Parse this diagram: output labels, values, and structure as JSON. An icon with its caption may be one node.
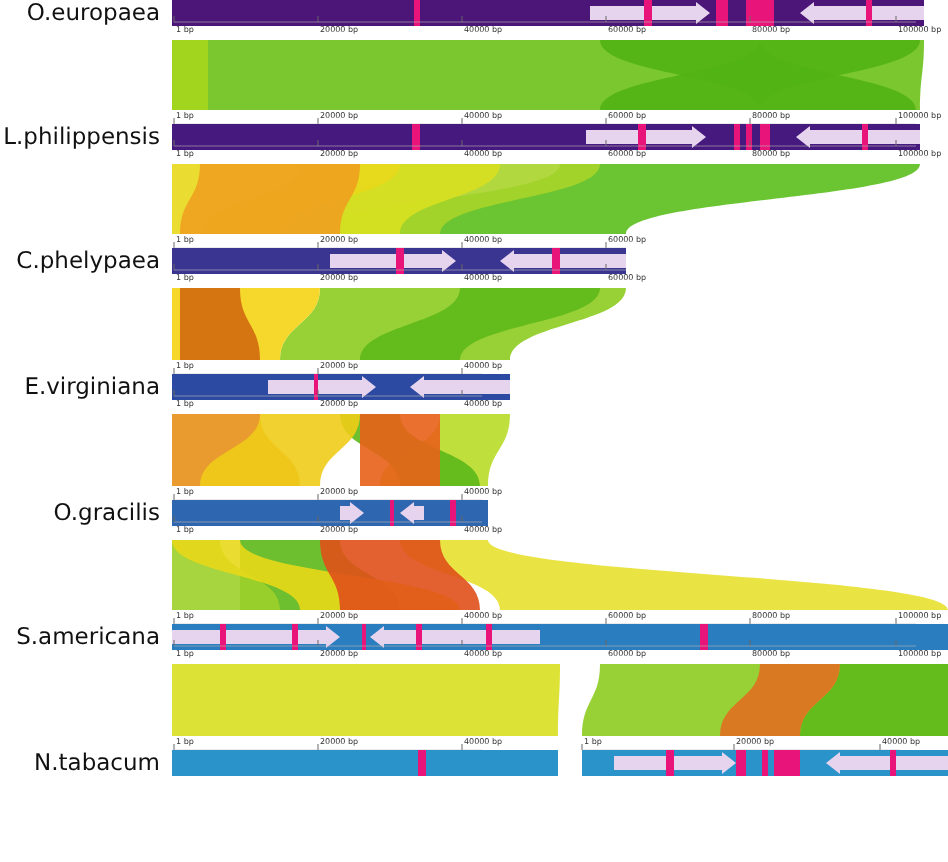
{
  "diagram": {
    "labels": [
      "O.europaea",
      "1 bp",
      "20000 bp",
      "40000 bp",
      "60000 bp",
      "80000 bp",
      "100000 bp",
      "1 bp",
      "20000 bp",
      "40000 bp",
      "60000 bp",
      "80000 bp",
      "100000 bp",
      "L.philippensis",
      "1 bp",
      "20000 bp",
      "40000 bp",
      "60000 bp",
      "80000 bp",
      "100000 bp",
      "1 bp",
      "20000 bp",
      "40000 bp",
      "60000 bp",
      "C.phelypaea",
      "1 bp",
      "20000 bp",
      "40000 bp",
      "60000 bp",
      "1 bp",
      "20000 bp",
      "40000 bp",
      "E.virginiana",
      "1 bp",
      "20000 bp",
      "40000 bp",
      "1 bp",
      "20000 bp",
      "40000 bp",
      "O.gracilis",
      "1 bp",
      "20000 bp",
      "40000 bp",
      "1 bp",
      "20000 bp",
      "40000 bp",
      "60000 bp",
      "80000 bp",
      "100000 bp",
      "S.americana",
      "1 bp",
      "20000 bp",
      "40000 bp",
      "60000 bp",
      "80000 bp",
      "100000 bp",
      "1 bp",
      "20000 bp",
      "40000 bp",
      "1 bp",
      "20000 bp",
      "40000 bp",
      "N.tabacum"
    ]
  }
}
